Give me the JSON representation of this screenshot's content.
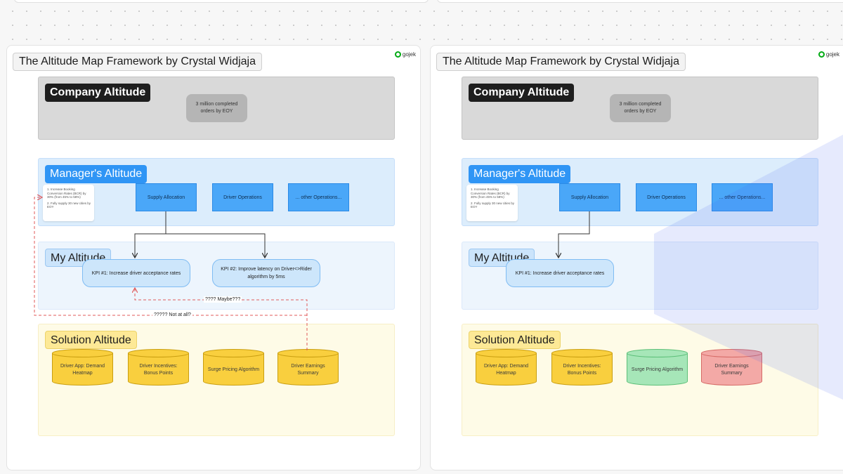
{
  "brand": {
    "name": "gojek",
    "color": "#00aa13"
  },
  "colors": {
    "company_zone": "#d9d9d9",
    "manager_zone": "#dcedfc",
    "my_zone": "#edf5fd",
    "solution_zone": "#fefbe7",
    "operation": "#4aa7f8",
    "kpi": "#cde6fb",
    "solution_default": "#f9cf3e",
    "solution_green": "#a6e6b8",
    "solution_red": "#f3a9a6",
    "relation_dashed": "#e05a5a"
  },
  "boards": [
    {
      "title": "The Altitude Map Framework by Crystal Widjaja",
      "company": {
        "label": "Company Altitude",
        "goal": "3 million completed orders by EOY"
      },
      "manager": {
        "label": "Manager's Altitude",
        "note": [
          "1. Increase Booking Conversion Rates (BCR) by 30% (from 45% to 58%)",
          "2. Fully supply 30 new cities by EOY"
        ],
        "operations": [
          "Supply Allocation",
          "Driver Operations",
          "... other Operations..."
        ]
      },
      "my": {
        "label": "My Altitude",
        "kpis": [
          "KPI #1: Increase driver acceptance rates",
          "KPI #2: Improve latency on Driver<>Rider algorithm by 5ms"
        ]
      },
      "solution": {
        "label": "Solution Altitude",
        "items": [
          {
            "text": "Driver App: Demand Heatmap",
            "status": "default"
          },
          {
            "text": "Driver Incentives: Bonus Points",
            "status": "default"
          },
          {
            "text": "Surge Pricing Algorithm",
            "status": "default"
          },
          {
            "text": "Driver Earnings Summary",
            "status": "default"
          }
        ]
      },
      "relations": {
        "maybe": "???? Maybe???",
        "not_at_all": "????? Not at all?"
      }
    },
    {
      "title": "The Altitude Map Framework by Crystal Widjaja",
      "company": {
        "label": "Company Altitude",
        "goal": "3 million completed orders by EOY"
      },
      "manager": {
        "label": "Manager's Altitude",
        "note": [
          "1. Increase Booking Conversion Rates (BCR) by 30% (from 45% to 58%)",
          "2. Fully supply 30 new cities by EOY"
        ],
        "operations": [
          "Supply Allocation",
          "Driver Operations",
          "... other Operations..."
        ]
      },
      "my": {
        "label": "My Altitude",
        "kpis": [
          "KPI #1: Increase driver acceptance rates"
        ]
      },
      "solution": {
        "label": "Solution Altitude",
        "items": [
          {
            "text": "Driver App: Demand Heatmap",
            "status": "default"
          },
          {
            "text": "Driver Incentives: Bonus Points",
            "status": "default"
          },
          {
            "text": "Surge Pricing Algorithm",
            "status": "green"
          },
          {
            "text": "Driver Earnings Summary",
            "status": "red"
          }
        ]
      }
    }
  ]
}
